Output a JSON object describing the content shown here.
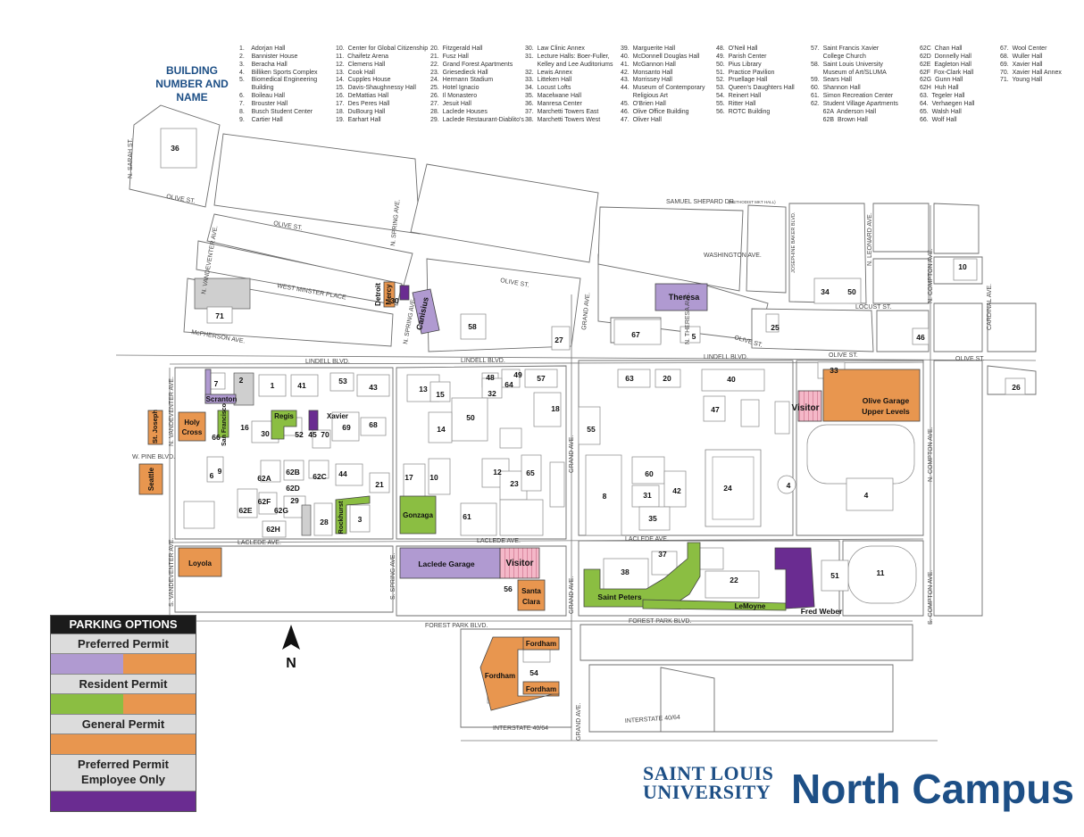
{
  "colors": {
    "preferred": "#b09ad1",
    "preferred_alt": "#e8964f",
    "resident": "#8bbe42",
    "general": "#e8964f",
    "employee": "#6a2c91",
    "brand": "#1d4f86",
    "visitor_hatch": "#f4b8c8"
  },
  "building_legend": {
    "title": "BUILDING NUMBER AND NAME",
    "columns": [
      [
        "1.    Adorjan Hall",
        "2.    Bannister House",
        "3.    Beracha Hall",
        "4.    Billiken Sports Complex",
        "5.    Biomedical Engineering",
        "       Building",
        "6.    Boileau Hall",
        "7.    Brouster Hall",
        "8.    Busch Student Center",
        "9.    Cartier Hall"
      ],
      [
        "10.  Center for Global Citizenship",
        "11.  Chaifetz Arena",
        "12.  Clemens Hall",
        "13.  Cook Hall",
        "14.  Cupples House",
        "15.  Davis-Shaughnessy Hall",
        "16.  DeMattias Hall",
        "17.  Des Peres Hall",
        "18.  DuBourg Hall",
        "19.  Earhart Hall"
      ],
      [
        "20.  Fitzgerald Hall",
        "21.  Fusz Hall",
        "22.  Grand Forest Apartments",
        "23.  Griesedieck Hall",
        "24.  Hermann Stadium",
        "25.  Hotel Ignacio",
        "26.  Il Monastero",
        "27.  Jesuit Hall",
        "28.  Laclede Houses",
        "29.  Laclede Restaurant-Diablito's"
      ],
      [
        "30.  Law Clinic Annex",
        "31.  Lecture Halls: Boer-Fuller,",
        "       Kelley and Lee Auditoriums",
        "32.  Lewis Annex",
        "33.  Litteken Hall",
        "34.  Locust Lofts",
        "35.  Macelwane Hall",
        "36.  Manresa Center",
        "37.  Marchetti Towers East",
        "38.  Marchetti Towers West"
      ],
      [
        "39.  Marguerite Hall",
        "40.  McDonnell Douglas Hall",
        "41.  McGannon Hall",
        "42.  Monsanto Hall",
        "43.  Morrissey Hall",
        "44.  Museum of Contemporary",
        "       Religious Art",
        "45.  O'Brien Hall",
        "46.  Olive Office Building",
        "47.  Oliver Hall"
      ],
      [
        "48.  O'Neil Hall",
        "49.  Parish Center",
        "50.  Pius Library",
        "51.  Practice Pavilion",
        "52.  Pruellage Hall",
        "53.  Queen's Daughters Hall",
        "54.  Reinert Hall",
        "55.  Ritter Hall",
        "56.  ROTC Building"
      ],
      [
        "57.  Saint Francis Xavier",
        "       College Church",
        "58.  Saint Louis University",
        "       Museum of Art/SLUMA",
        "59.  Sears Hall",
        "60.  Shannon Hall",
        "61.  Simon Recreation Center",
        "62.  Student Village Apartments",
        "       62A  Anderson Hall",
        "       62B  Brown Hall"
      ],
      [
        "62C  Chan Hall",
        "62D  Donnelly Hall",
        "62E  Eagleton Hall",
        "62F  Fox-Clark Hall",
        "62G  Gunn Hall",
        "62H  Huh Hall",
        "63.  Tegeler Hall",
        "64.  Verhaegen Hall",
        "65.  Walsh Hall",
        "66.  Wolf Hall"
      ],
      [
        "67.  Wool Center",
        "68.  Wuller Hall",
        "69.  Xavier Hall",
        "70.  Xavier Hall Annex",
        "71.  Young Hall"
      ]
    ]
  },
  "parking": {
    "header": "PARKING OPTIONS",
    "preferred": "Preferred Permit",
    "resident": "Resident Permit",
    "general": "General Permit",
    "employee_line1": "Preferred Permit",
    "employee_line2": "Employee Only"
  },
  "compass_label": "N",
  "logo": {
    "line1": "SAINT LOUIS",
    "line2": "UNIVERSITY"
  },
  "campus_title": "North Campus",
  "streets": {
    "n_sarah": "N. SARAH ST.",
    "olive_w": "OLIVE ST.",
    "olive_mid": "OLIVE ST.",
    "olive_c": "OLIVE ST.",
    "olive_e": "OLIVE ST.",
    "olive_e2": "OLIVE ST.",
    "olive_far": "OLIVE ST.",
    "n_vandeventer": "N. VANDEVENTER AVE.",
    "n_vandeventer2": "N. VANDEVENTER AVE.",
    "s_vandeventer": "S. VANDEVENTER AVE.",
    "westminster": "WEST MINSTER PLACE",
    "mcpherson": "McPHERSON AVE.",
    "n_spring": "N. SPRING AVE.",
    "n_spring2": "N. SPRING AVE.",
    "s_spring": "S. SPRING AVE.",
    "samuel_shepard": "SAMUEL SHEPARD DR.",
    "samuel_shepard_note": "(METHODIST MKT HALL)",
    "washington": "WASHINGTON AVE.",
    "locust": "LOCUST ST.",
    "lindell_w": "LINDELL BLVD.",
    "lindell_c": "LINDELL BLVD.",
    "lindell_e": "LINDELL BLVD.",
    "grand_n": "GRAND AVE.",
    "grand_mid": "GRAND AVE.",
    "grand_s": "GRAND AVE.",
    "grand_s2": "GRAND AVE.",
    "n_theresa": "N. THERESA AVE.",
    "josephine_baker": "JOSEPHINE BAKER BLVD.",
    "n_leonard": "N. LEONARD AVE.",
    "n_compton": "N. COMPTON AVE.",
    "n_compton2": "N. COMPTON AVE.",
    "s_compton": "S. COMPTON AVE.",
    "cardinal": "CARDINAL AVE.",
    "w_pine": "W. PINE BLVD.",
    "laclede_w": "LACLEDE AVE.",
    "laclede_c": "LACLEDE AVE.",
    "laclede_e": "LACLEDE AVE.",
    "forest_park_w": "FOREST PARK BLVD.",
    "forest_park_e": "FOREST PARK BLVD.",
    "interstate_w": "INTERSTATE 40/64",
    "interstate_e": "INTERSTATE 40/64"
  },
  "parking_labels": {
    "theresa": "Theresa",
    "canisius": "Canisius",
    "detroit": "Detroit",
    "mercy": "Mercy",
    "scranton": "Scranton",
    "san_francisco": "San Francisco",
    "holy": "Holy",
    "cross": "Cross",
    "st_joseph": "St. Joseph",
    "seattle": "Seattle",
    "regis": "Regis",
    "xavier": "Xavier",
    "rockhurst": "Rockhurst",
    "gonzaga": "Gonzaga",
    "loyola": "Loyola",
    "laclede_garage": "Laclede Garage",
    "visitor_s": "Visitor",
    "visitor_e": "Visitor",
    "santa": "Santa",
    "clara": "Clara",
    "olive_garage_1": "Olive Garage",
    "olive_garage_2": "Upper Levels",
    "saint_peters": "Saint Peters",
    "lemoyne": "LeMoyne",
    "fred_weber": "Fred Weber",
    "fordham_n": "Fordham",
    "fordham_s": "Fordham",
    "fordham_w": "Fordham"
  },
  "building_numbers": {
    "b36": "36",
    "b71": "71",
    "b30a": "30",
    "b58": "58",
    "b27": "27",
    "b67": "67",
    "b5": "5",
    "b25": "25",
    "b34": "34",
    "b50a": "50",
    "b10": "10",
    "b46": "46",
    "b33": "33",
    "b26": "26",
    "b7": "7",
    "b2": "2",
    "b1": "1",
    "b41": "41",
    "b53": "53",
    "b43": "43",
    "b13": "13",
    "b15": "15",
    "b48": "48",
    "b49": "49",
    "b64": "64",
    "b32": "32",
    "b57": "57",
    "b18": "18",
    "b63": "63",
    "b20": "20",
    "b40": "40",
    "b47": "47",
    "b66": "66",
    "b16": "16",
    "b30b": "30",
    "b52": "52",
    "b45": "45",
    "b70": "70",
    "b69": "69",
    "b68": "68",
    "b14": "14",
    "b50b": "50",
    "b55": "55",
    "b6": "6",
    "b9": "9",
    "b62a": "62A",
    "b62b": "62B",
    "b62d": "62D",
    "b62c": "62C",
    "b44": "44",
    "b21": "21",
    "b17": "17",
    "b10b": "10",
    "b12": "12",
    "b65": "65",
    "b23": "23",
    "b60": "60",
    "b8": "8",
    "b31": "31",
    "b42": "42",
    "b24": "24",
    "b4a": "4",
    "b4b": "4",
    "b62f": "62F",
    "b62e": "62E",
    "b62g": "62G",
    "b29": "29",
    "b62h": "62H",
    "b28": "28",
    "b3": "3",
    "b61": "61",
    "b35": "35",
    "b37": "37",
    "b38": "38",
    "b22": "22",
    "b51": "51",
    "b11": "11",
    "b56": "56",
    "b54": "54"
  }
}
